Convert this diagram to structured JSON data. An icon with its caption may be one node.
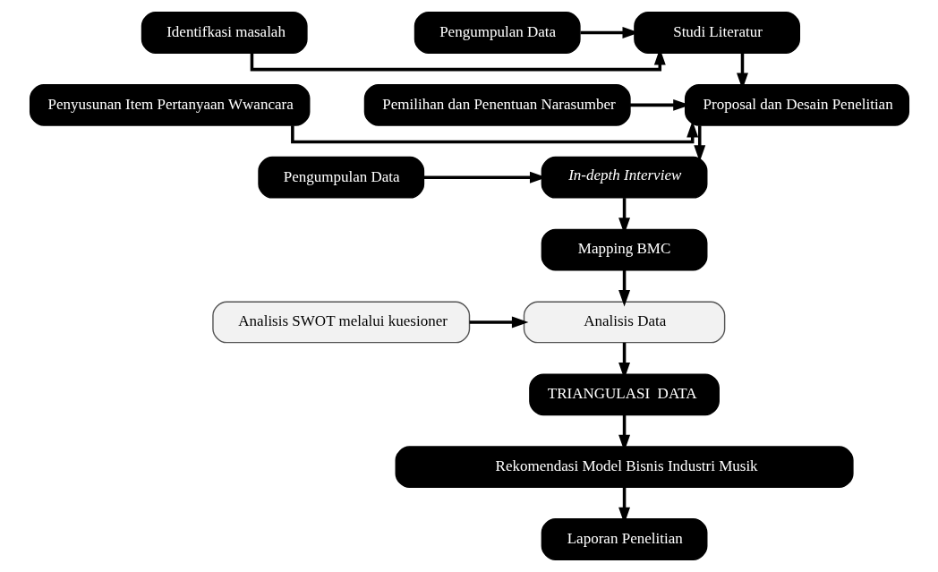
{
  "diagram": {
    "nodes": [
      {
        "text": [
          "Identifkasi masalah"
        ]
      },
      {
        "text": [
          "Studi Literatur"
        ]
      },
      {
        "text": [
          "Pengumpulan Data"
        ]
      },
      {
        "text": [
          "Penyusunan Item Pertanyaan Wwancara"
        ]
      },
      {
        "text": [
          "Proposal dan Desain Penelitian"
        ]
      },
      {
        "text": [
          "Pemilihan dan Penentuan Narasumber"
        ]
      },
      {
        "text": [
          "Pengumpulan Data"
        ]
      },
      {
        "text": [
          "In-depth Interview"
        ]
      },
      {
        "text": [
          "Mapping BMC"
        ]
      },
      {
        "text": [
          "Analisis SWOT melalui kuesioner"
        ]
      },
      {
        "text": [
          "Analisis Data"
        ]
      },
      {
        "text": [
          "TRIANGULASI  DATA"
        ]
      },
      {
        "text": [
          "Rekomendasi Model Bisnis Industri Musik"
        ]
      },
      {
        "text": [
          "Laporan Penelitian"
        ]
      }
    ],
    "edges": [
      {
        "from": 0,
        "to": 1,
        "arrow": "to"
      },
      {
        "from": 2,
        "to": 1,
        "arrow": "to"
      },
      {
        "from": 1,
        "to": 4,
        "arrow": "to"
      },
      {
        "from": 3,
        "to": 4,
        "arrow": "to"
      },
      {
        "from": 5,
        "to": 4,
        "arrow": "to"
      },
      {
        "from": 4,
        "to": 7,
        "arrow": "to"
      },
      {
        "from": 6,
        "to": 7,
        "arrow": "to"
      },
      {
        "from": 7,
        "to": 8,
        "arrow": "to"
      },
      {
        "from": 8,
        "to": 10,
        "arrow": "to"
      },
      {
        "from": 9,
        "to": 10,
        "arrow": "to"
      },
      {
        "from": 10,
        "to": 11,
        "arrow": "to"
      },
      {
        "from": 11,
        "to": 12,
        "arrow": "to"
      },
      {
        "from": 12,
        "to": 13,
        "arrow": "to"
      }
    ]
  }
}
